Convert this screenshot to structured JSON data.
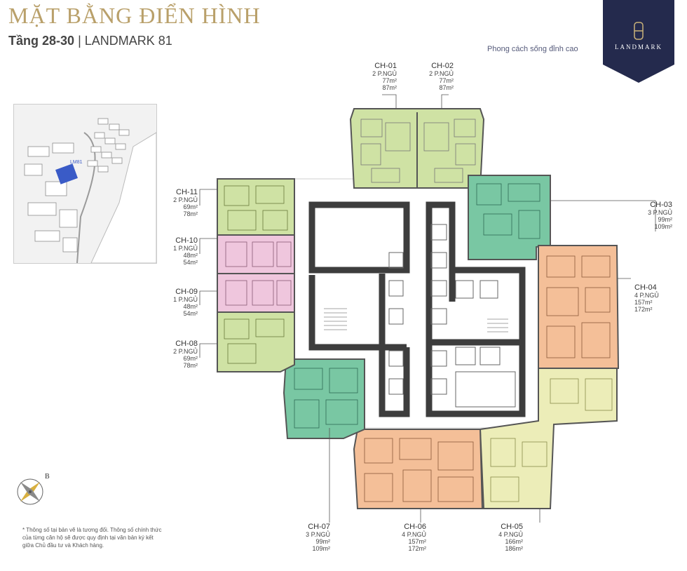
{
  "header": {
    "title": "MẶT BẰNG ĐIỂN HÌNH",
    "subtitle_floor": "Tầng 28-30",
    "subtitle_sep": "|",
    "subtitle_building": "LANDMARK 81",
    "tagline": "Phong cách sống đỉnh cao"
  },
  "logo": {
    "text": "LANDMARK",
    "mark": "81",
    "bg_color": "#242a4d"
  },
  "keymap": {
    "marker_label": "LM81"
  },
  "compass": {
    "north_label": "B"
  },
  "colors": {
    "green_light": "#cfe2a4",
    "green_teal": "#79c7a3",
    "pink": "#efc6dd",
    "orange": "#f4bf98",
    "yellow_light": "#ecedb8",
    "core_dark": "#3d3d3d"
  },
  "units": [
    {
      "code": "CH-01",
      "bedrooms": "2 P.NGỦ",
      "area_net": "77m²",
      "area_gross": "87m²"
    },
    {
      "code": "CH-02",
      "bedrooms": "2 P.NGỦ",
      "area_net": "77m²",
      "area_gross": "87m²"
    },
    {
      "code": "CH-03",
      "bedrooms": "3 P.NGỦ",
      "area_net": "99m²",
      "area_gross": "109m²"
    },
    {
      "code": "CH-04",
      "bedrooms": "4 P.NGỦ",
      "area_net": "157m²",
      "area_gross": "172m²"
    },
    {
      "code": "CH-05",
      "bedrooms": "4 P.NGỦ",
      "area_net": "166m²",
      "area_gross": "186m²"
    },
    {
      "code": "CH-06",
      "bedrooms": "4 P.NGỦ",
      "area_net": "157m²",
      "area_gross": "172m²"
    },
    {
      "code": "CH-07",
      "bedrooms": "3 P.NGỦ",
      "area_net": "99m²",
      "area_gross": "109m²"
    },
    {
      "code": "CH-08",
      "bedrooms": "2 P.NGỦ",
      "area_net": "69m²",
      "area_gross": "78m²"
    },
    {
      "code": "CH-09",
      "bedrooms": "1 P.NGỦ",
      "area_net": "48m²",
      "area_gross": "54m²"
    },
    {
      "code": "CH-10",
      "bedrooms": "1 P.NGỦ",
      "area_net": "48m²",
      "area_gross": "54m²"
    },
    {
      "code": "CH-11",
      "bedrooms": "2 P.NGỦ",
      "area_net": "69m²",
      "area_gross": "78m²"
    }
  ],
  "footnote": "* Thông số tại bản vẽ là tương đối. Thông số chính thức của từng căn hộ sẽ được quy định tại văn bản ký kết giữa Chủ đầu tư và Khách hàng."
}
